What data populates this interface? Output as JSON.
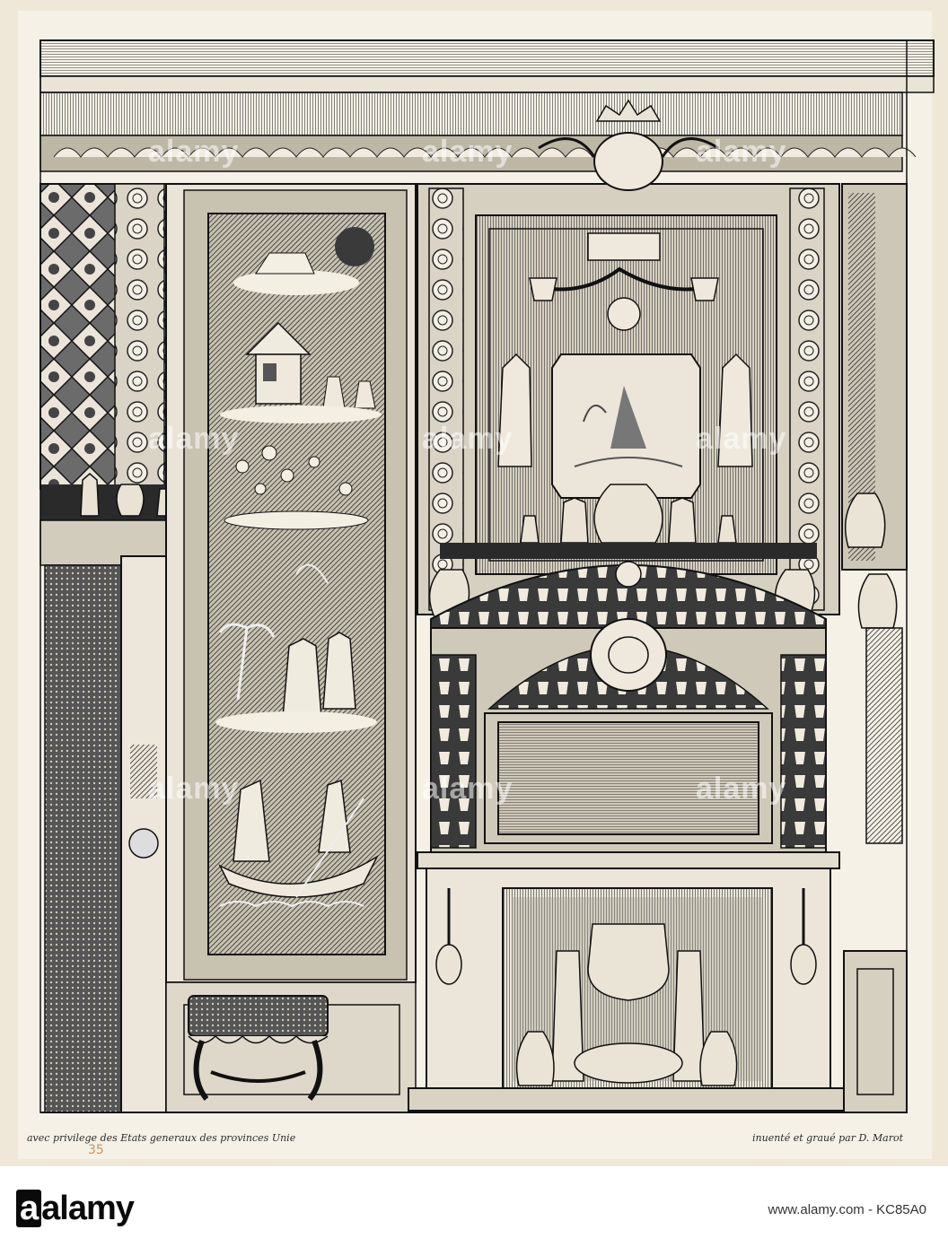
{
  "engraving": {
    "caption_left": "avec privilege des Etats generaux des provinces Unie",
    "caption_right": "inuenté et graué par D. Marot",
    "pencil_number": "35"
  },
  "watermark": {
    "text": "alamy"
  },
  "stock_bar": {
    "logo": "alamy",
    "image_id": "www.alamy.com - KC85A0"
  }
}
